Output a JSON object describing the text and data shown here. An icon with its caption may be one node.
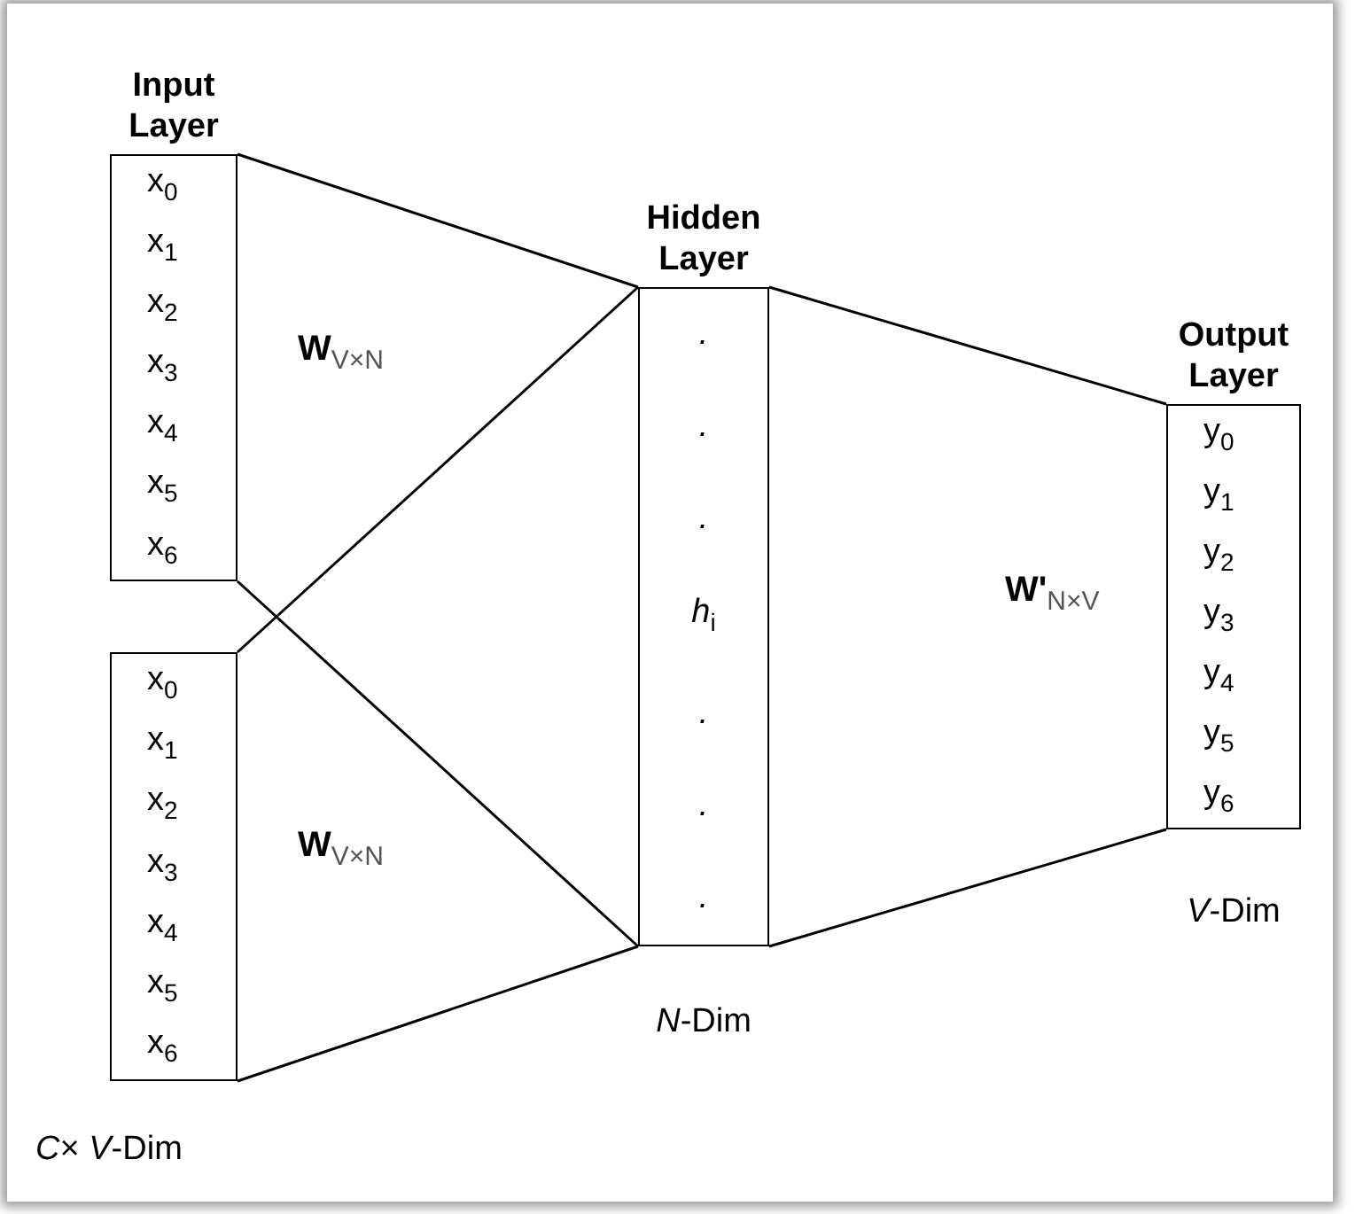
{
  "diagram": {
    "nodes": [
      {
        "text": [
          "Input Layer",
          "x$_{0}$",
          "x$_{1}$",
          "x$_{2}$",
          "x$_{3}$",
          "x$_{4}$",
          "x$_{5}$",
          "x$_{6}$"
        ]
      },
      {
        "text": [
          "x$_{0}$",
          "x$_{1}$",
          "x$_{2}$",
          "x$_{3}$",
          "x$_{4}$",
          "x$_{5}$",
          "x$_{6}$"
        ],
        "beside": [
          "*C*× *V*-Dim"
        ]
      },
      {
        "text": [
          "Hidden Layer",
          "*.*",
          "*.*",
          "*.*",
          "*h*$_{i}$",
          "*.*",
          "*.*",
          "*.*"
        ],
        "beside": [
          "*N*-Dim"
        ]
      },
      {
        "text": [
          "Output Layer",
          "y$_{0}$",
          "y$_{1}$",
          "y$_{2}$",
          "y$_{3}$",
          "y$_{4}$",
          "y$_{5}$",
          "y$_{6}$"
        ],
        "beside": [
          "*V*-Dim"
        ]
      }
    ],
    "edges": [
      {
        "from": 0,
        "to": 2,
        "arrow": "none"
      },
      {
        "from": 0,
        "to": 2,
        "arrow": "none"
      },
      {
        "from": 1,
        "to": 2,
        "arrow": "none"
      },
      {
        "from": 1,
        "to": 2,
        "arrow": "none"
      },
      {
        "from": 2,
        "to": 3,
        "arrow": "none"
      },
      {
        "from": 2,
        "to": 3,
        "arrow": "none"
      }
    ],
    "labels": [
      "**W**$_{V×N}$",
      "**W**$_{V×N}$",
      "**W'**$_{N×V}$"
    ]
  }
}
